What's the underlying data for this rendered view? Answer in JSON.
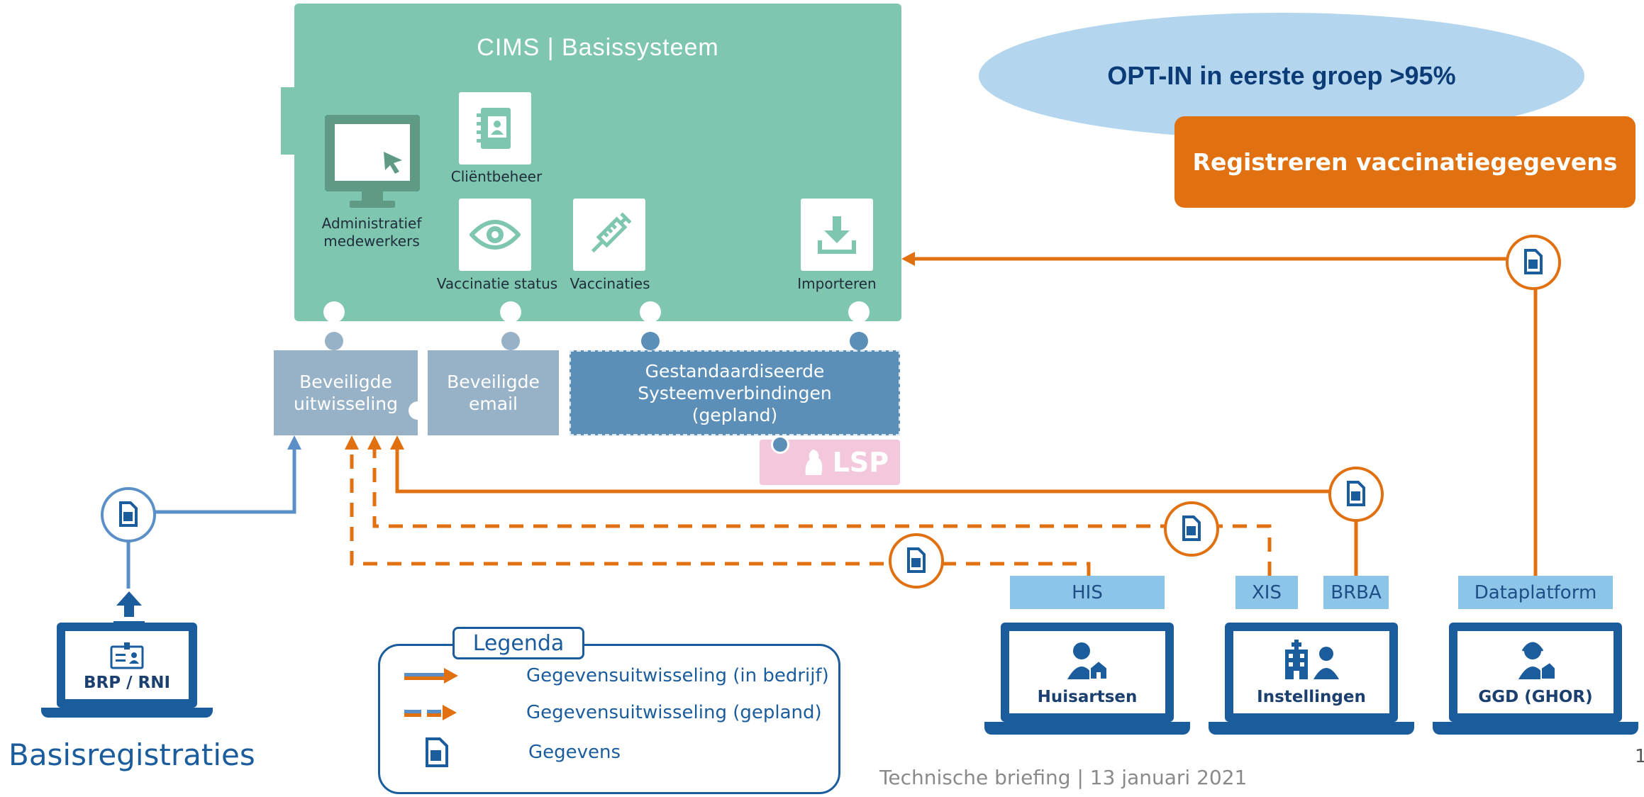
{
  "cims": {
    "title": "CIMS | Basissysteem",
    "modules": {
      "admin": "Administratief medewerkers",
      "client": "Cliëntbeheer",
      "status": "Vaccinatie status",
      "vaccinaties": "Vaccinaties",
      "importeren": "Importeren"
    }
  },
  "connectors": {
    "uitwisseling": "Beveiligde uitwisseling",
    "email": "Beveiligde email",
    "systeem": "Gestandaardiseerde Systeemverbindingen (gepland)",
    "lsp": "LSP"
  },
  "callouts": {
    "optin": "OPT-IN in eerste groep >95%",
    "registreren": "Registreren vaccinatiegegevens"
  },
  "systems": {
    "his": "HIS",
    "xis": "XIS",
    "brba": "BRBA",
    "dataplatform": "Dataplatform"
  },
  "laptops": {
    "brp": "BRP / RNI",
    "huisartsen": "Huisartsen",
    "instellingen": "Instellingen",
    "ggd": "GGD (GHOR)"
  },
  "basisregistraties": "Basisregistraties",
  "legend": {
    "title": "Legenda",
    "in_bedrijf": "Gegevensuitwisseling (in bedrijf)",
    "gepland": "Gegevensuitwisseling (gepland)",
    "gegevens": "Gegevens"
  },
  "footer": "Technische briefing | 13 januari 2021",
  "page_number": "1",
  "colors": {
    "cims_green": "#7fc6b0",
    "orange": "#e07010",
    "blue_dark": "#1b5c9c",
    "blue_box": "#5b8fb8",
    "grey_box": "#97b1c7",
    "lsp_pink": "#f3c8dd"
  },
  "icons": [
    "monitor-cursor-icon",
    "contact-book-icon",
    "eye-icon",
    "syringe-icon",
    "download-icon",
    "document-icon",
    "upload-arrow-icon",
    "id-card-icon",
    "doctor-house-icon",
    "hospital-nurse-icon",
    "ggd-person-icon"
  ]
}
